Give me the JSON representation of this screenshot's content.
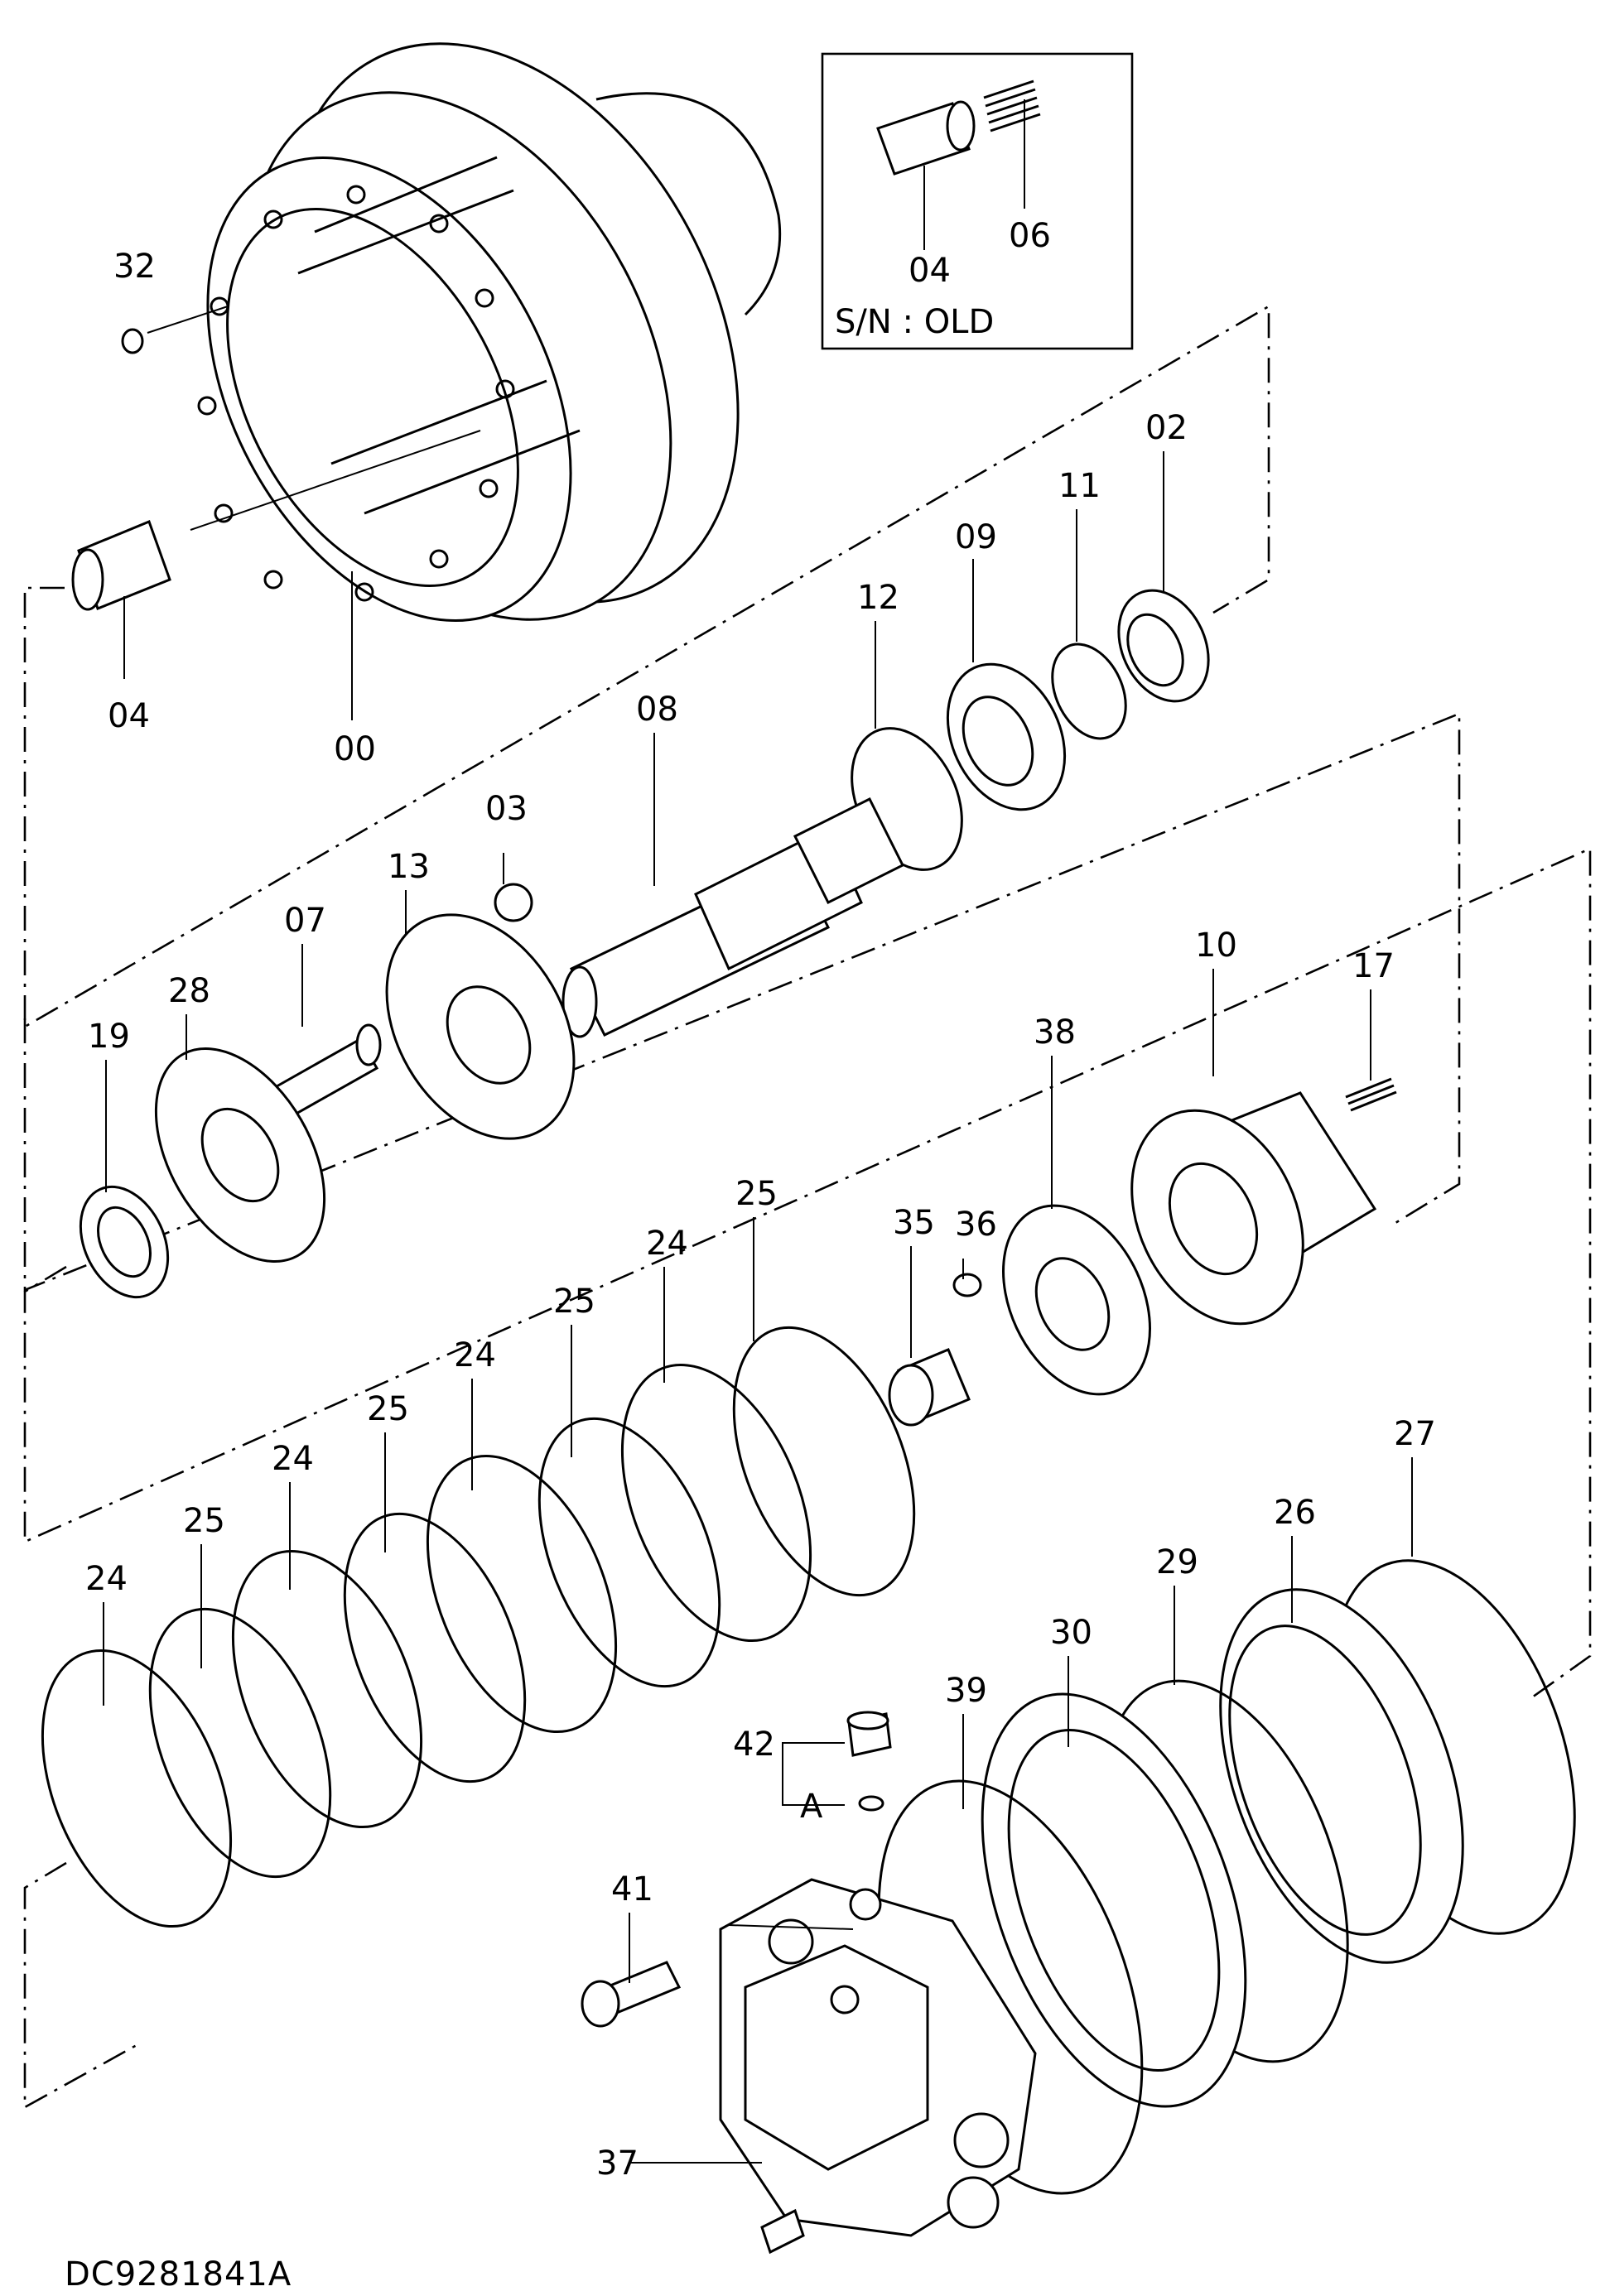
{
  "inset": {
    "caption": "S/N : OLD",
    "parts": [
      "04",
      "06"
    ]
  },
  "part_labels": {
    "p00": "00",
    "p02": "02",
    "p03": "03",
    "p04": "04",
    "p06": "06",
    "p07": "07",
    "p08": "08",
    "p09": "09",
    "p10": "10",
    "p11": "11",
    "p12": "12",
    "p13": "13",
    "p17": "17",
    "p19": "19",
    "p24": "24",
    "p25": "25",
    "p26": "26",
    "p27": "27",
    "p28": "28",
    "p29": "29",
    "p30": "30",
    "p32": "32",
    "p35": "35",
    "p36": "36",
    "p37": "37",
    "p38": "38",
    "p39": "39",
    "p41": "41",
    "p42": "42",
    "pA": "A"
  },
  "drawing_code": "DC9281841A"
}
